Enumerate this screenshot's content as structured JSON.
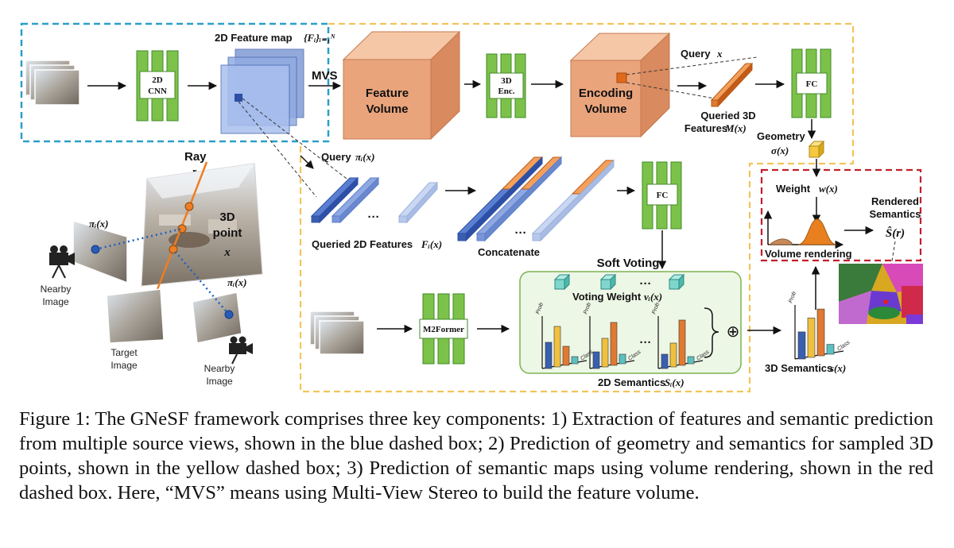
{
  "colors": {
    "blue_box": "#2a9fc8",
    "yellow_box": "#f2c45a",
    "red_box": "#c0202a",
    "green_block": "#7cc24a",
    "orange_volume": "#eaa47c",
    "dark_blue_feature": "#3a5fb0",
    "orange_feature": "#e07a30",
    "light_blue_feature": "#b8c8ec",
    "voting_cube": "#7fd6cc",
    "geometry_cube": "#f5c842"
  },
  "icons": [
    "image-stack-icon",
    "camera-icon",
    "voting-cube-icon",
    "geometry-cube-icon",
    "histogram-icon",
    "density-curve-icon",
    "semantic-map-icon",
    "bracket-icon",
    "oplus-icon"
  ],
  "blocks": {
    "cnn_line1": "2D",
    "cnn_line2": "CNN",
    "enc_line1": "3D",
    "enc_line2": "Enc.",
    "fc_top": "FC",
    "fc_mid": "FC",
    "m2former": "M2Former"
  },
  "labels": {
    "feature_map": "2D Feature map",
    "feature_map_math": "{Fᵢ}ᵢ₌₁ᴺ",
    "mvs": "MVS",
    "feature_volume_1": "Feature",
    "feature_volume_2": "Volume",
    "encoding_volume_1": "Encoding",
    "encoding_volume_2": "Volume",
    "query_x": "Query",
    "query_x_math": "x",
    "queried3d_1": "Queried 3D",
    "queried3d_2": "Features",
    "queried3d_math": "M(x)",
    "geometry": "Geometry",
    "sigma": "σ(x)",
    "ray": "Ray",
    "ray_r": "r",
    "point_1": "3D",
    "point_2": "point",
    "point_x": "x",
    "pi_left": "πᵢ(x)",
    "pi_right": "πᵢ(x)",
    "nearby_left_1": "Nearby",
    "nearby_left_2": "Image",
    "target_1": "Target",
    "target_2": "Image",
    "nearby_right_1": "Nearby",
    "nearby_right_2": "Image",
    "query_pi": "Query",
    "query_pi_math": "πᵢ(x)",
    "dots": "···",
    "queried2d": "Queried 2D Features",
    "queried2d_math": "Fᵢ(x)",
    "concatenate": "Concatenate",
    "soft_voting": "Soft Voting",
    "weight": "Weight",
    "weight_math": "w(x)",
    "rendered_1": "Rendered",
    "rendered_2": "Semantics",
    "rendered_math": "Ŝ(r)",
    "volume_rendering": "Volume rendering",
    "voting_weight": "Voting Weight",
    "voting_weight_math": "vᵢ(x)",
    "semantics_2d": "2D Semantics",
    "semantics_2d_math": "Sᵢ(x)",
    "semantics_3d": "3D Semantics",
    "semantics_3d_math": "s(x)",
    "prob": "Prob",
    "class": "Class",
    "oplus": "⊕"
  },
  "caption": "Figure 1: The GNeSF framework comprises three key components: 1) Extraction of features and semantic prediction from multiple source views, shown in the blue dashed box; 2) Prediction of geometry and semantics for sampled 3D points, shown in the yellow dashed box; 3) Prediction of semantic maps using volume rendering, shown in the red dashed box. Here, “MVS” means using Multi-View Stereo to build the feature volume."
}
